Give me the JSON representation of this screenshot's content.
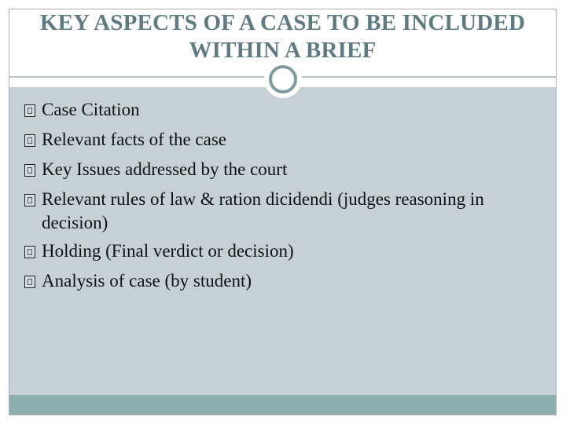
{
  "slide": {
    "title_line1": "KEY ASPECTS OF A CASE TO BE INCLUDED",
    "title_line2": "WITHIN A BRIEF",
    "bullets": [
      "Case Citation",
      "Relevant facts of the case",
      "Key Issues addressed by the court",
      "Relevant rules of law & ration dicidendi (judges reasoning in decision)",
      "Holding (Final verdict or decision)",
      "Analysis of case (by student)"
    ]
  },
  "colors": {
    "title_text": "#5f7a82",
    "body_background": "#c7d1d5",
    "bottom_band": "#8faeb0",
    "ornament_ring": "#7f9ba2"
  },
  "icons": {
    "bullet": "bullet-box-icon",
    "ornament": "circle-ornament-icon"
  }
}
